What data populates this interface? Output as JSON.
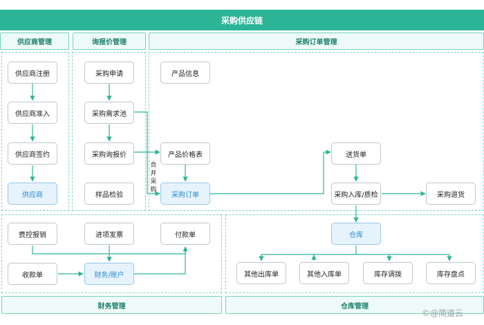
{
  "title": "采购供应链",
  "sections": {
    "supplier": "供应商管理",
    "inquiry": "询报价管理",
    "order": "采购订单管理"
  },
  "footers": {
    "finance": "财务管理",
    "warehouse": "仓库管理"
  },
  "nodes": {
    "supplier_register": "供应商注册",
    "supplier_access": "供应商准入",
    "supplier_sign": "供应商签约",
    "supplier": "供应商",
    "purchase_request": "采购申请",
    "demand_pool": "采购需求池",
    "inquiry_quote": "采购询报价",
    "sample_check": "样品检验",
    "product_info": "产品信息",
    "price_list": "产品价格表",
    "purchase_order": "采购订单",
    "delivery_note": "送货单",
    "inbound_qc": "采购入库/质检",
    "purchase_return": "采购退货",
    "warehouse": "仓库",
    "expense": "费控报销",
    "input_invoice": "进项发票",
    "payment": "付款单",
    "receipt": "收款单",
    "finance_account": "财务/账户",
    "other_out": "其他出库单",
    "other_in": "其他入库单",
    "transfer": "库存调拨",
    "stocktake": "库存盘点"
  },
  "merge_label": [
    "合",
    "并",
    "采",
    "购"
  ],
  "watermark": "©@简道云",
  "colors": {
    "accent": "#2bb596",
    "highlight_fill": "#e6f3fd",
    "highlight_text": "#2a8bd0"
  }
}
